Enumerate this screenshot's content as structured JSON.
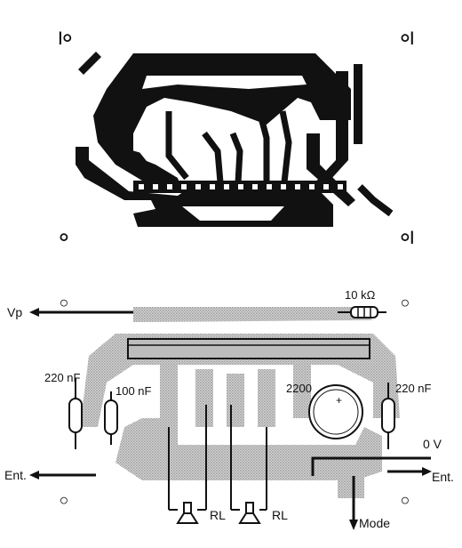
{
  "top_diagram": {
    "corner_marks": [
      "|○",
      "○|",
      "○",
      "○|"
    ]
  },
  "bottom_diagram": {
    "labels": {
      "vp": "Vp",
      "resistor": "10 kΩ",
      "cap_left_outer": "220 nF",
      "cap_left_inner": "100 nF",
      "cap_electrolytic": "2200",
      "cap_right": "220 nF",
      "zero_v": "0 V",
      "ent_left": "Ent.",
      "ent_right": "Ent.",
      "rl_left": "RL",
      "rl_right": "RL",
      "mode": "Mode"
    },
    "corner_marks": [
      "○",
      "○",
      "○",
      "○"
    ]
  }
}
